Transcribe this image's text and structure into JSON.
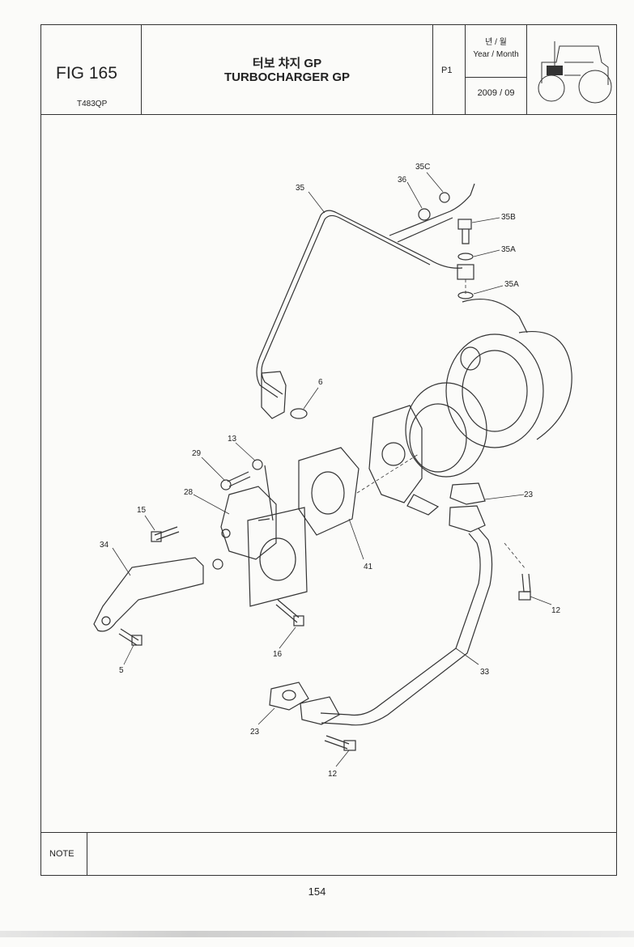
{
  "header": {
    "fig_label": "FIG 165",
    "model_code": "T483QP",
    "title_ko": "터보 챠지 GP",
    "title_en": "TURBOCHARGER GP",
    "page_code": "P1",
    "date_label_ko": "년 / 월",
    "date_label_en": "Year / Month",
    "date_value": "2009  / 09"
  },
  "callouts": {
    "c35": "35",
    "c36": "36",
    "c35c": "35C",
    "c35b": "35B",
    "c35a_1": "35A",
    "c35a_2": "35A",
    "c6": "6",
    "c13": "13",
    "c29": "29",
    "c28": "28",
    "c15": "15",
    "c34": "34",
    "c41": "41",
    "c23_1": "23",
    "c23_2": "23",
    "c12_1": "12",
    "c12_2": "12",
    "c16": "16",
    "c5": "5",
    "c33": "33"
  },
  "note": {
    "label": "NOTE",
    "text": ""
  },
  "footer": {
    "page_number": "154"
  }
}
